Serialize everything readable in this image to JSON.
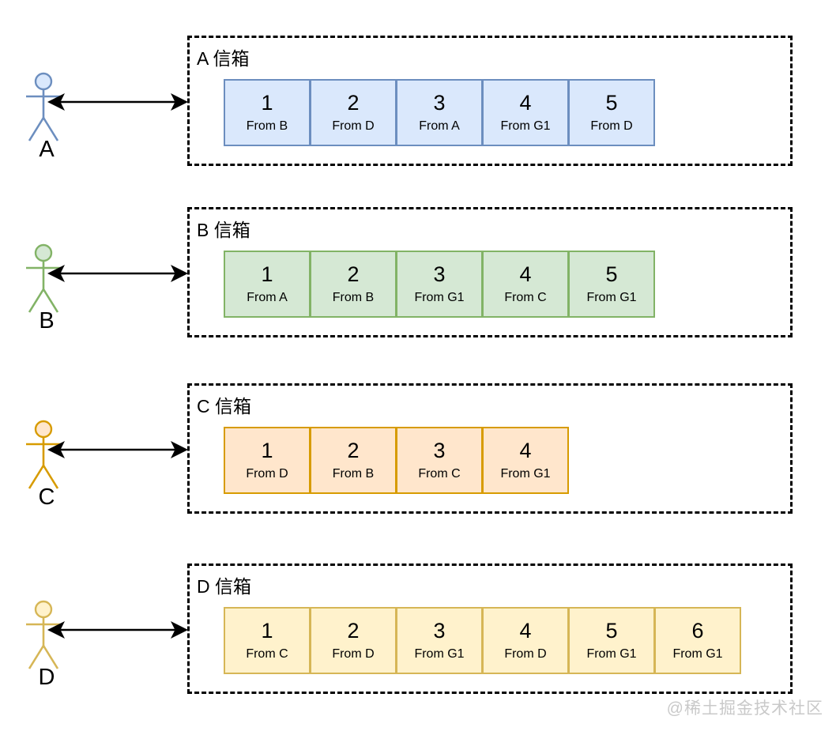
{
  "watermark": "@稀土掘金技术社区",
  "actors": [
    {
      "label": "A",
      "stroke": "#6c8ebf",
      "fill": "#dae8fc"
    },
    {
      "label": "B",
      "stroke": "#82b366",
      "fill": "#d5e8d4"
    },
    {
      "label": "C",
      "stroke": "#d79b00",
      "fill": "#ffe6cc"
    },
    {
      "label": "D",
      "stroke": "#d6b656",
      "fill": "#fff2cc"
    }
  ],
  "mailboxes": [
    {
      "title": "A 信箱",
      "fill": "#dae8fc",
      "stroke": "#6c8ebf",
      "messages": [
        {
          "num": "1",
          "from": "From B"
        },
        {
          "num": "2",
          "from": "From D"
        },
        {
          "num": "3",
          "from": "From A"
        },
        {
          "num": "4",
          "from": "From G1"
        },
        {
          "num": "5",
          "from": "From D"
        }
      ]
    },
    {
      "title": "B 信箱",
      "fill": "#d5e8d4",
      "stroke": "#82b366",
      "messages": [
        {
          "num": "1",
          "from": "From A"
        },
        {
          "num": "2",
          "from": "From B"
        },
        {
          "num": "3",
          "from": "From G1"
        },
        {
          "num": "4",
          "from": "From C"
        },
        {
          "num": "5",
          "from": "From G1"
        }
      ]
    },
    {
      "title": "C 信箱",
      "fill": "#ffe6cc",
      "stroke": "#d79b00",
      "messages": [
        {
          "num": "1",
          "from": "From D"
        },
        {
          "num": "2",
          "from": "From B"
        },
        {
          "num": "3",
          "from": "From C"
        },
        {
          "num": "4",
          "from": "From G1"
        }
      ]
    },
    {
      "title": "D 信箱",
      "fill": "#fff2cc",
      "stroke": "#d6b656",
      "messages": [
        {
          "num": "1",
          "from": "From C"
        },
        {
          "num": "2",
          "from": "From D"
        },
        {
          "num": "3",
          "from": "From G1"
        },
        {
          "num": "4",
          "from": "From D"
        },
        {
          "num": "5",
          "from": "From G1"
        },
        {
          "num": "6",
          "from": "From G1"
        }
      ]
    }
  ]
}
